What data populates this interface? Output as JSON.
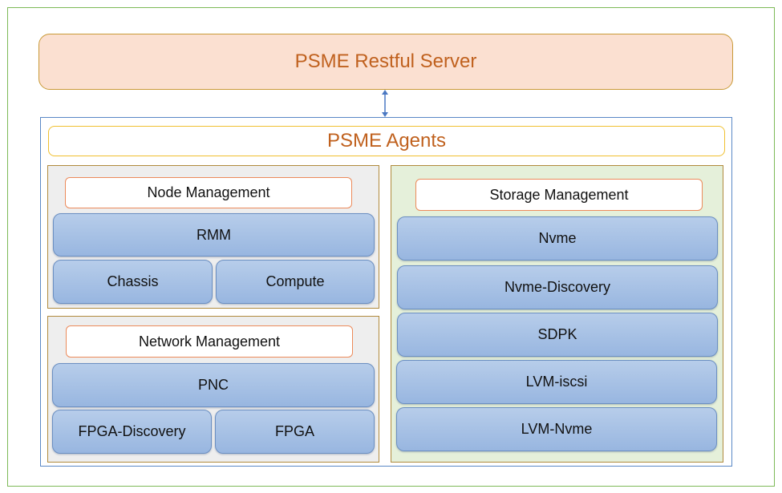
{
  "server": {
    "label": "PSME Restful Server"
  },
  "agents": {
    "title": "PSME Agents",
    "node_management": {
      "label": "Node Management",
      "components": [
        "RMM",
        "Chassis",
        "Compute"
      ]
    },
    "network_management": {
      "label": "Network Management",
      "components": [
        "PNC",
        "FPGA-Discovery",
        "FPGA"
      ]
    },
    "storage_management": {
      "label": "Storage Management",
      "components": [
        "Nvme",
        "Nvme-Discovery",
        "SDPK",
        "LVM-iscsi",
        "LVM-Nvme"
      ]
    }
  },
  "colors": {
    "frame": "#7dba57",
    "server_fill": "#fbe0d1",
    "server_border": "#c99a37",
    "title_text": "#c0611e",
    "agents_border": "#5a88c6",
    "connector": "#4a78c2",
    "agents_title_border": "#f0c030",
    "group_border": "#b08a3c",
    "group_gray": "#eeeeee",
    "group_green": "#e5f0da",
    "label_border": "#ec8a5a",
    "component_fill": "#a8c2e6"
  }
}
